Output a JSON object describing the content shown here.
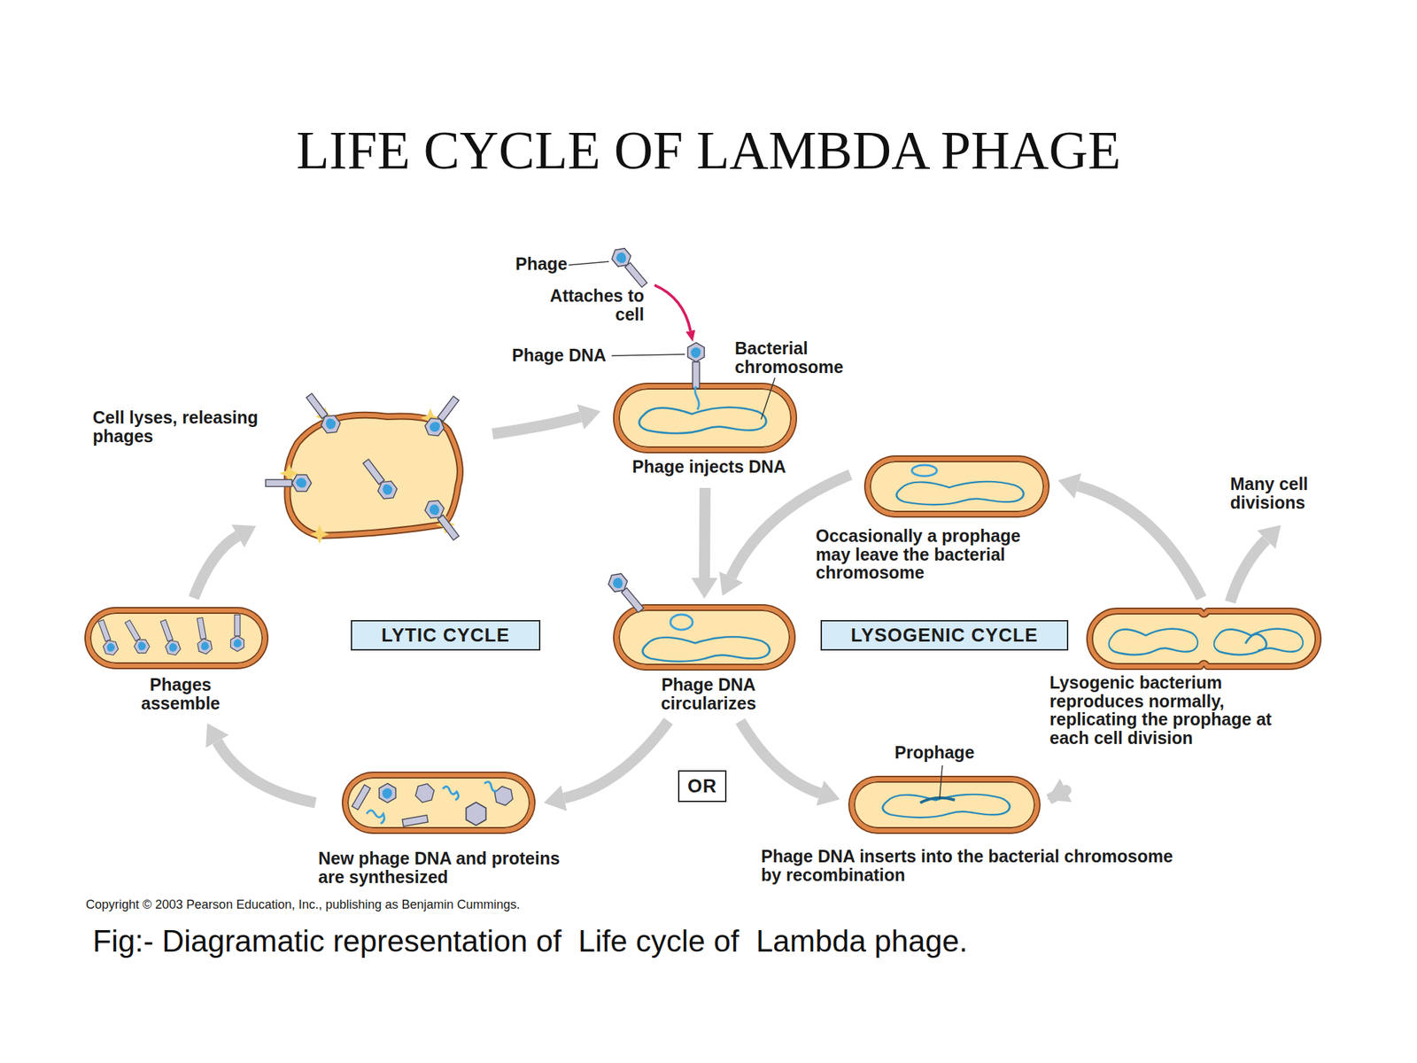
{
  "diagram": {
    "title": "LIFE CYCLE OF LAMBDA PHAGE",
    "caption": "Fig:- Diagramatic representation of  Life cycle of  Lambda phage.",
    "nodes": [
      {
        "text": [
          "Phage injects DNA"
        ]
      },
      {
        "text": [
          "Phage DNA circularizes"
        ]
      },
      {
        "text": [
          "New phage DNA and proteins are synthesized"
        ]
      },
      {
        "text": [
          "Phages assemble"
        ]
      },
      {
        "text": [
          "Cell lyses, releasing phages"
        ]
      },
      {
        "text": [
          "Phage DNA inserts into the bacterial chromosome by recombination"
        ]
      },
      {
        "text": [
          "Lysogenic bacterium reproduces normally, replicating the prophage at each cell division"
        ]
      },
      {
        "text": [
          "Occasionally a prophage may leave the bacterial chromosome"
        ]
      },
      {
        "text": [
          "LYTIC CYCLE"
        ]
      },
      {
        "text": [
          "LYSOGENIC CYCLE"
        ]
      },
      {
        "text": [
          "OR"
        ]
      }
    ],
    "edges": [
      {
        "from": 0,
        "to": 1,
        "arrow": "to"
      },
      {
        "from": 1,
        "to": 2,
        "arrow": "to"
      },
      {
        "from": 2,
        "to": 3,
        "arrow": "to"
      },
      {
        "from": 3,
        "to": 4,
        "arrow": "to"
      },
      {
        "from": 4,
        "to": 0,
        "arrow": "to"
      },
      {
        "from": 1,
        "to": 5,
        "arrow": "to"
      },
      {
        "from": 5,
        "to": 6,
        "arrow": "to"
      },
      {
        "from": 6,
        "to": 7,
        "arrow": "to"
      },
      {
        "from": 7,
        "to": 1,
        "arrow": "to"
      }
    ],
    "labels": [
      "Phage",
      "Attaches to cell",
      "Phage DNA",
      "Bacterial chromosome",
      "Prophage",
      "Many cell divisions",
      "Copyright © 2003 Pearson Education, Inc., publishing as Benjamin Cummings."
    ]
  }
}
